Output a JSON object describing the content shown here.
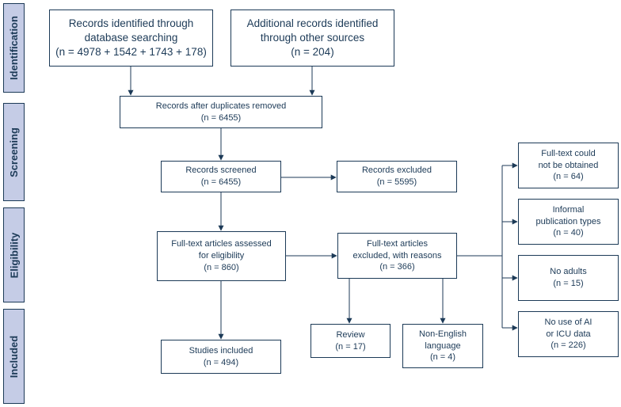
{
  "phases": {
    "identification": "Identification",
    "screening": "Screening",
    "eligibility": "Eligibility",
    "included": "Included"
  },
  "boxes": {
    "db_search": {
      "line1": "Records identified through",
      "line2": "database searching",
      "line3": "(n = 4978 + 1542 + 1743 + 178)"
    },
    "other_sources": {
      "line1": "Additional records identified",
      "line2": "through other sources",
      "line3": "(n = 204)"
    },
    "dedup": {
      "line1": "Records after duplicates removed",
      "line2": "(n = 6455)"
    },
    "screened": {
      "line1": "Records screened",
      "line2": "(n = 6455)"
    },
    "excluded": {
      "line1": "Records excluded",
      "line2": "(n = 5595)"
    },
    "fulltext_assessed": {
      "line1": "Full-text articles assessed",
      "line2": "for eligibility",
      "line3": "(n = 860)"
    },
    "fulltext_excluded": {
      "line1": "Full-text articles",
      "line2": "excluded, with reasons",
      "line3": "(n = 366)"
    },
    "included": {
      "line1": "Studies included",
      "line2": "(n = 494)"
    },
    "review": {
      "line1": "Review",
      "line2": "(n = 17)"
    },
    "non_english": {
      "line1": "Non-English",
      "line2": "language",
      "line3": "(n = 4)"
    },
    "not_obtained": {
      "line1": "Full-text could",
      "line2": "not be obtained",
      "line3": "(n = 64)"
    },
    "informal": {
      "line1": "Informal",
      "line2": "publication types",
      "line3": "(n = 40)"
    },
    "no_adults": {
      "line1": "No adults",
      "line2": "(n = 15)"
    },
    "no_ai": {
      "line1": "No use of AI",
      "line2": "or ICU data",
      "line3": "(n = 226)"
    }
  },
  "colors": {
    "stroke": "#1c3a57",
    "phase_fill": "#c5cce6",
    "box_fill": "#ffffff"
  }
}
